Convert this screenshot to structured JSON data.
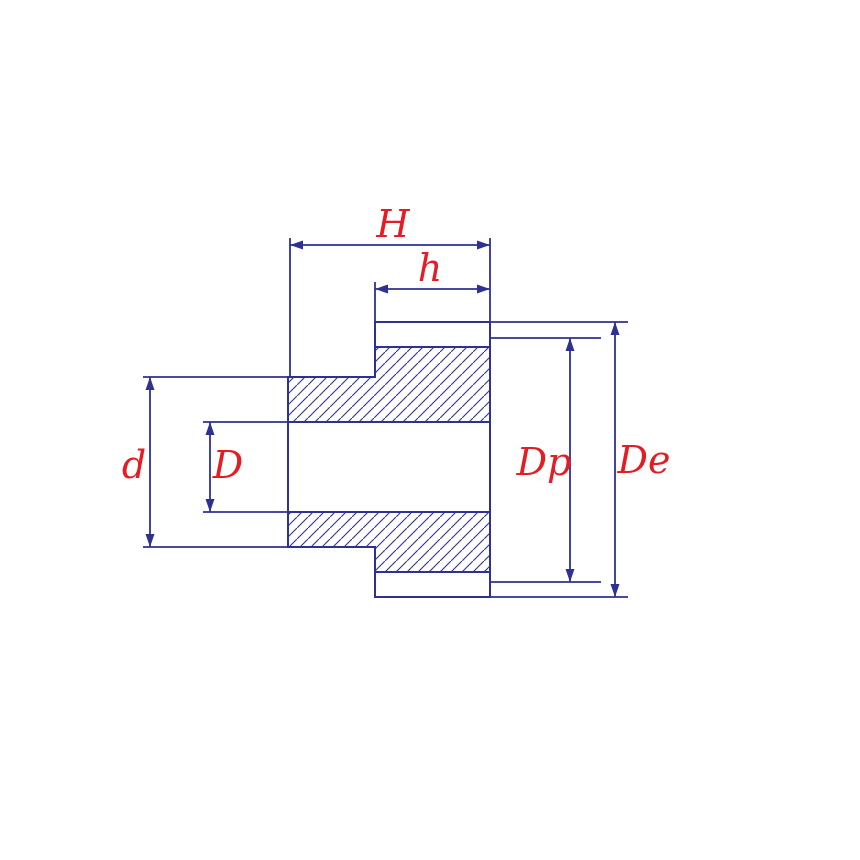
{
  "diagram": {
    "line_color": "#2e3192",
    "label_color": "#e41d25",
    "background_color": "#ffffff",
    "labels": {
      "H": "H",
      "h": "h",
      "d": "d",
      "D": "D",
      "Dp": "Dp",
      "De": "De"
    }
  }
}
